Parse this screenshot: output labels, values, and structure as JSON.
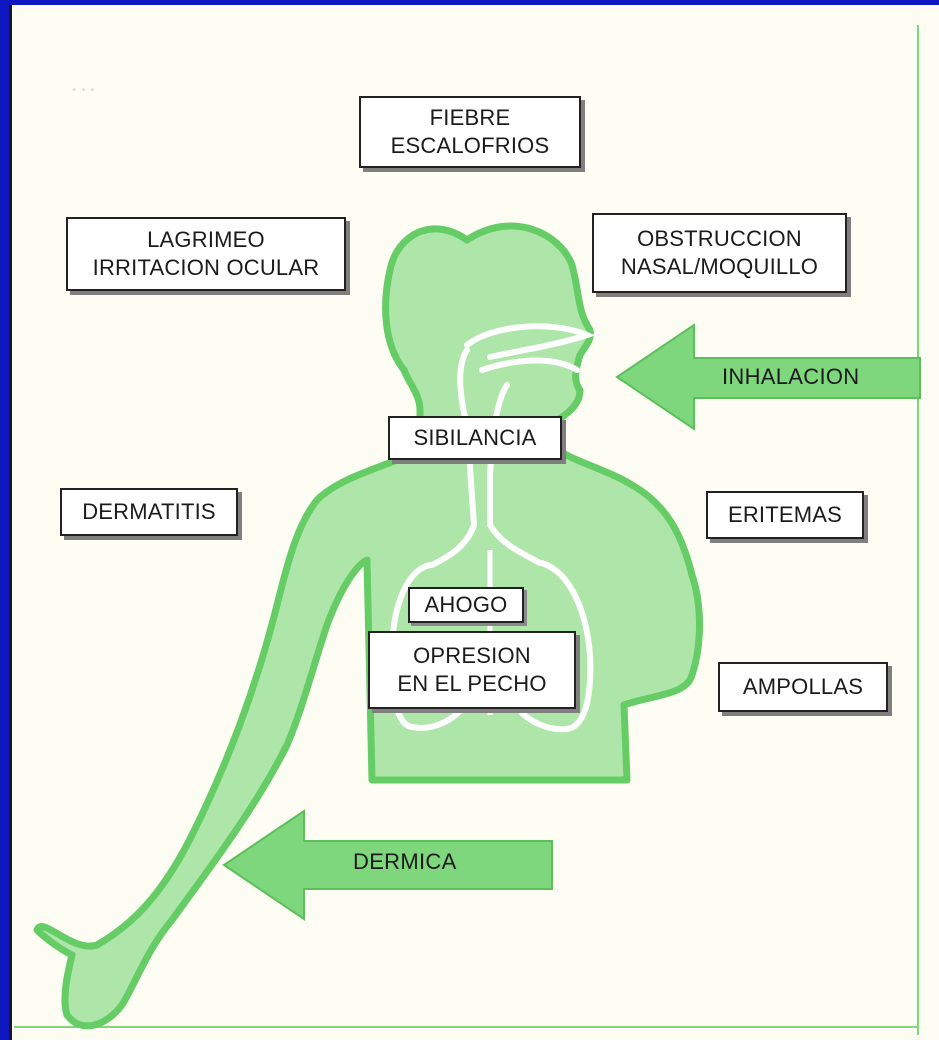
{
  "labels": {
    "fiebre": [
      "FIEBRE",
      "ESCALOFRIOS"
    ],
    "lagrimeo": [
      "LAGRIMEO",
      "IRRITACION OCULAR"
    ],
    "obstruccion": [
      "OBSTRUCCION",
      "NASAL/MOQUILLO"
    ],
    "sibilancia": "SIBILANCIA",
    "dermatitis": "DERMATITIS",
    "eritemas": "ERITEMAS",
    "ahogo": "AHOGO",
    "opresion": [
      "OPRESION",
      "EN EL PECHO"
    ],
    "ampollas": "AMPOLLAS"
  },
  "arrows": {
    "inhalacion": "INHALACION",
    "dermica": "DERMICA"
  },
  "colors": {
    "body_outline": "#66cc66",
    "body_fill": "#aee6aa",
    "arrow_fill": "#7ed67d",
    "page_border": "#0f18c0"
  }
}
